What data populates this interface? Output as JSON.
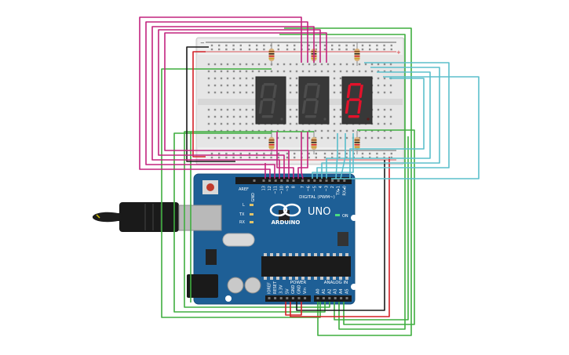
{
  "board": {
    "logo_text": "ARDUINO",
    "model": "UNO",
    "on_label": "ON",
    "digital_label": "DIGITAL (PWM~)",
    "analog_label": "ANALOG IN",
    "power_label": "POWER",
    "aref": "AREF",
    "gnd": "GND",
    "digital_pins": [
      "13",
      "12",
      "~11",
      "~10",
      "~9",
      "8",
      "7",
      "~6",
      "~5",
      "4",
      "~3",
      "2",
      "TX▸1",
      "RX◂0"
    ],
    "power_pins": [
      "IOREF",
      "RESET",
      "3.3V",
      "5V",
      "GND",
      "GND",
      "Vin"
    ],
    "analog_pins": [
      "A0",
      "A1",
      "A2",
      "A3",
      "A4",
      "A5"
    ],
    "led_l": "L",
    "led_tx": "TX",
    "led_rx": "RX"
  },
  "breadboard": {
    "rail_minus": "−",
    "rail_plus": "+"
  },
  "displays": [
    {
      "digit": "8",
      "lit": false
    },
    {
      "digit": "8",
      "lit": false
    },
    {
      "digit": "8",
      "lit": true
    }
  ],
  "colors": {
    "board_blue": "#1e5f96",
    "wire_green": "#3fae3f",
    "wire_magenta": "#c2237e",
    "wire_cyan": "#5bbfcc",
    "wire_red": "#d32027",
    "wire_black": "#1a1a1a",
    "segment_on": "#e3122b"
  }
}
